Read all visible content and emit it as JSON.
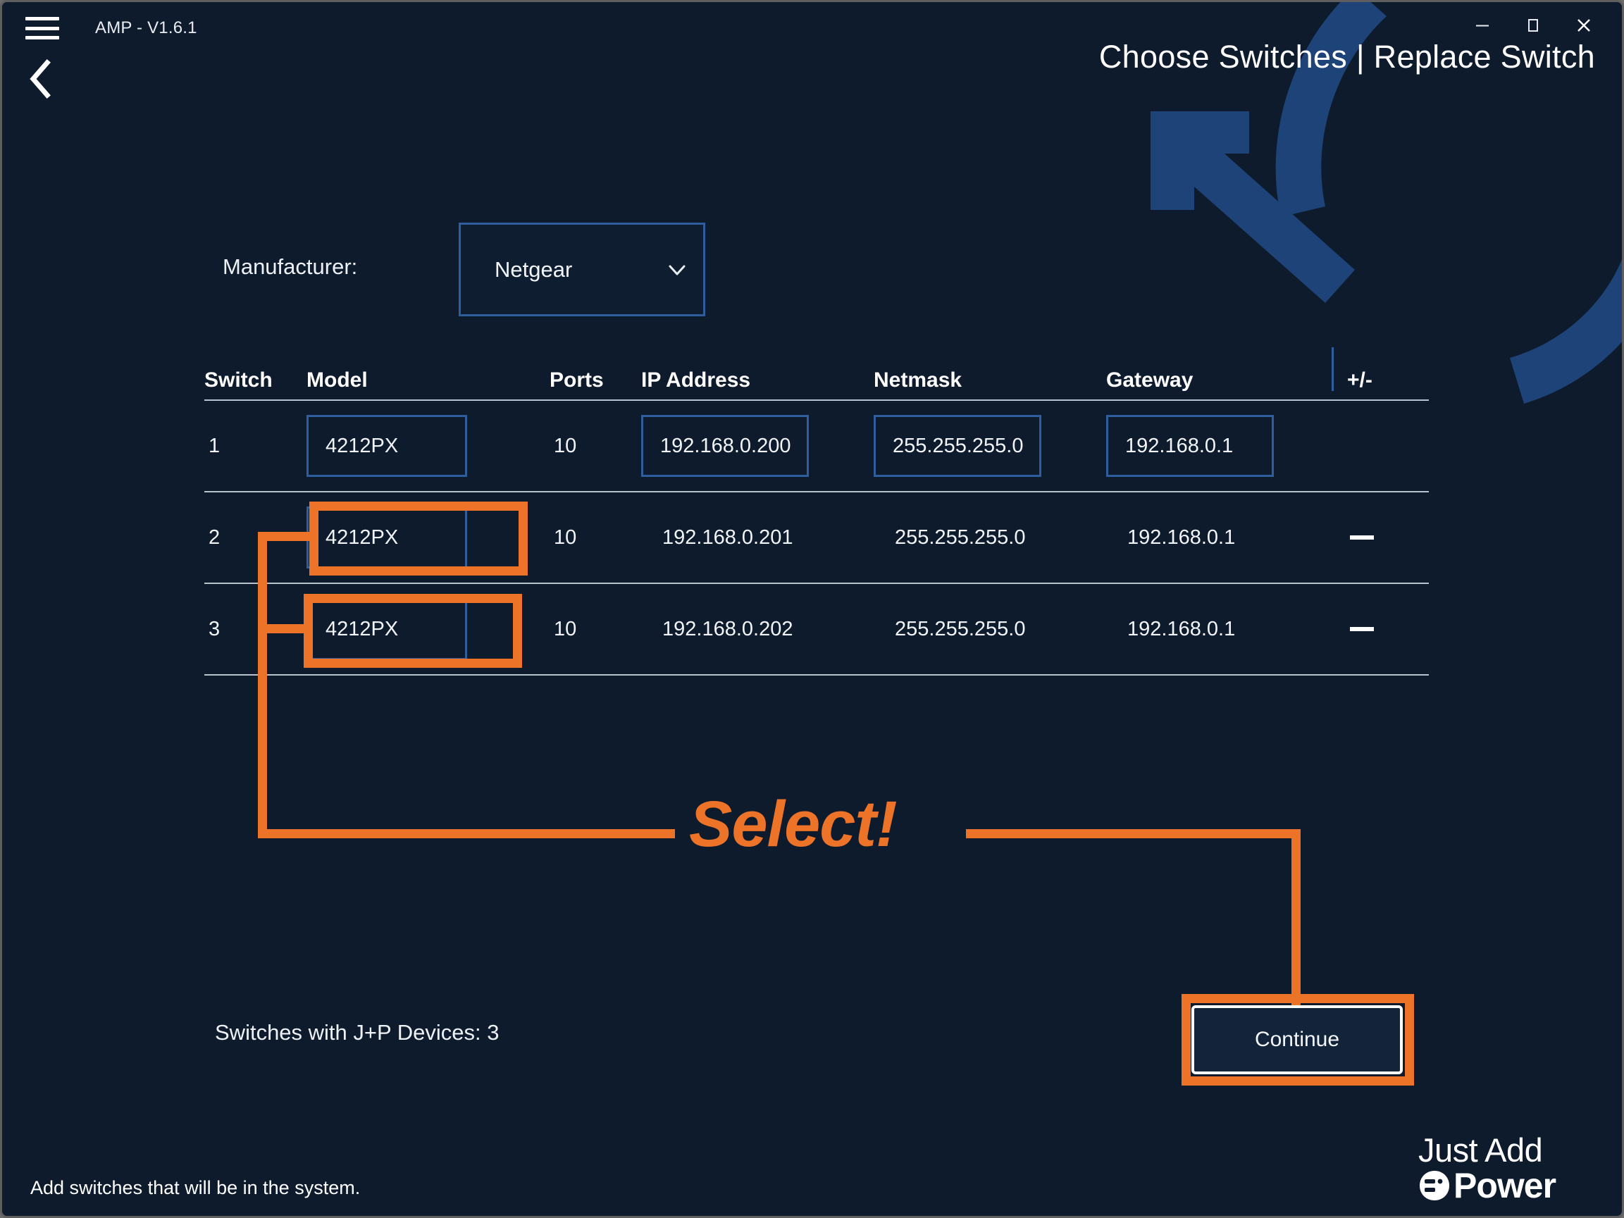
{
  "window": {
    "app_title": "AMP - V1.6.1",
    "page_title": "Choose Switches | Replace Switch",
    "menu_icon": "hamburger-icon",
    "back_icon": "chevron-left-icon",
    "minimize_label": "–",
    "maximize_label": "❐",
    "close_label": "✕"
  },
  "manufacturer": {
    "label": "Manufacturer:",
    "value": "Netgear",
    "caret_icon": "chevron-down-icon"
  },
  "table": {
    "headers": {
      "switch": "Switch",
      "model": "Model",
      "ports": "Ports",
      "ip": "IP Address",
      "netmask": "Netmask",
      "gateway": "Gateway",
      "plusminus": "+/-"
    },
    "rows": [
      {
        "switch": "1",
        "model": "4212PX",
        "ports": "10",
        "ip": "192.168.0.200",
        "netmask": "255.255.255.0",
        "gateway": "192.168.0.1",
        "remove": ""
      },
      {
        "switch": "2",
        "model": "4212PX",
        "ports": "10",
        "ip": "192.168.0.201",
        "netmask": "255.255.255.0",
        "gateway": "192.168.0.1",
        "remove": "–"
      },
      {
        "switch": "3",
        "model": "4212PX",
        "ports": "10",
        "ip": "192.168.0.202",
        "netmask": "255.255.255.0",
        "gateway": "192.168.0.1",
        "remove": "–"
      }
    ]
  },
  "footer": {
    "jp_devices": "Switches with J+P Devices: 3",
    "continue_label": "Continue",
    "status_hint": "Add switches that will be in the system.",
    "logo_line1": "Just Add",
    "logo_line2": "Power",
    "logo_icon": "power-outlet-icon"
  },
  "annotation": {
    "callout_text": "Select!",
    "color": "#ED7329"
  },
  "colors": {
    "background": "#0e1b2c",
    "accent_blue": "#2f5e9e",
    "watermark_blue": "#1e4378",
    "text": "#f1f4f8",
    "orange": "#ED7329"
  }
}
